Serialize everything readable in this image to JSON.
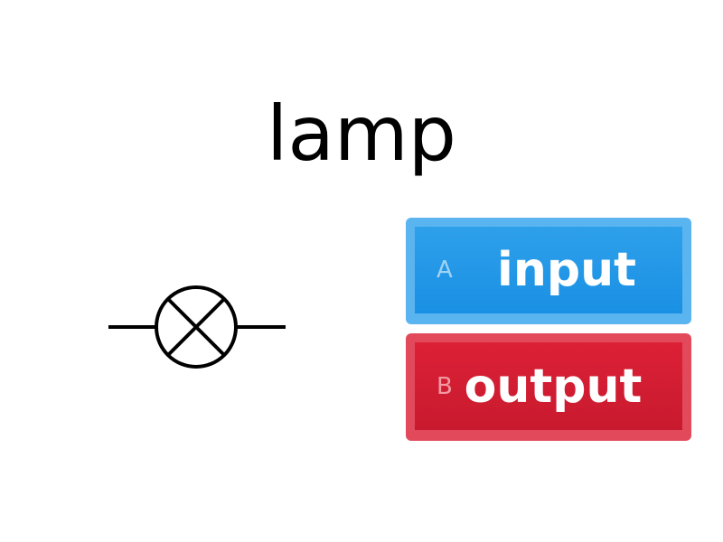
{
  "question": "lamp",
  "options": [
    {
      "key": "A",
      "label": "input",
      "color": "#2196e8"
    },
    {
      "key": "B",
      "label": "output",
      "color": "#d81f34"
    }
  ]
}
